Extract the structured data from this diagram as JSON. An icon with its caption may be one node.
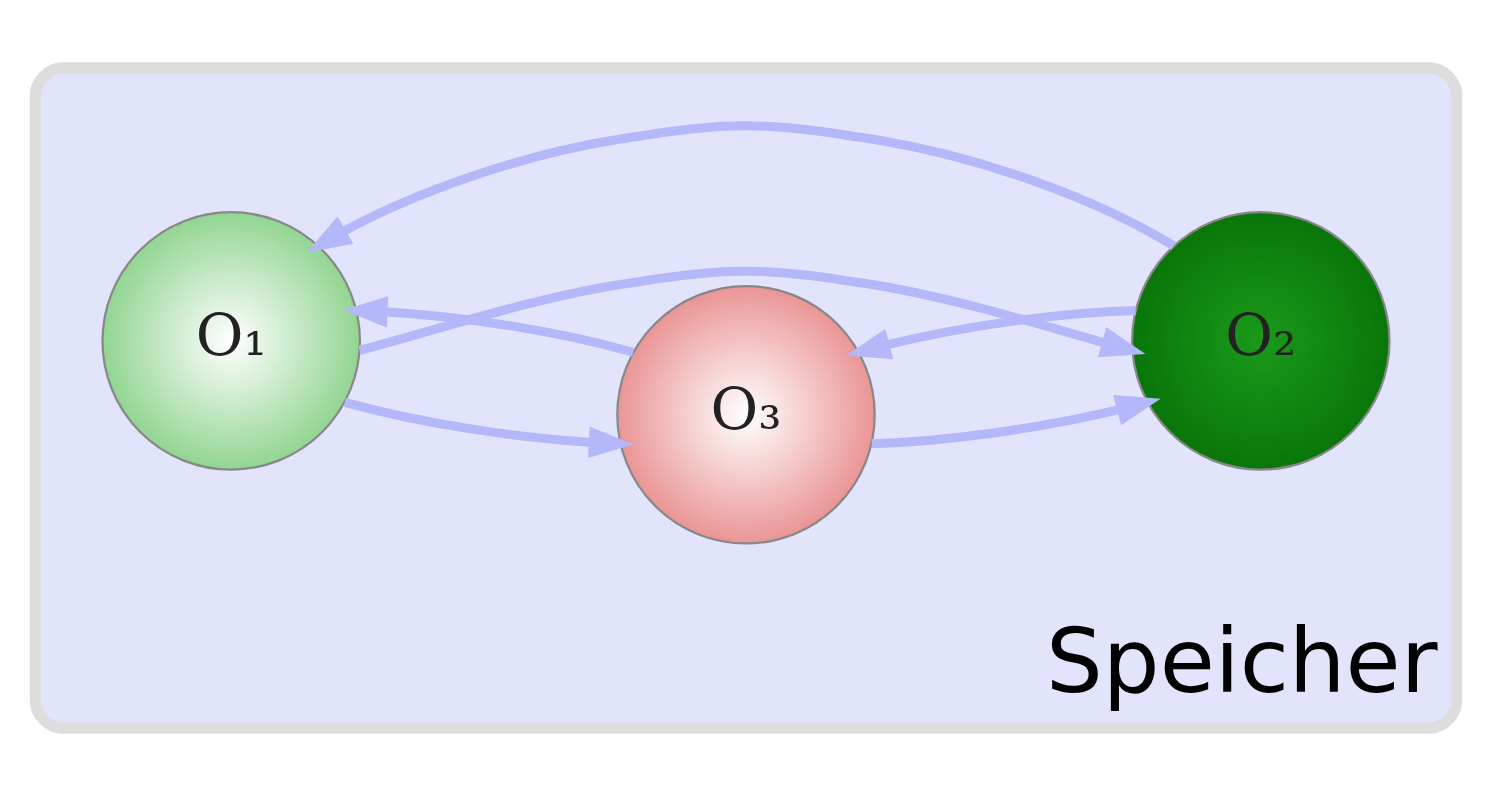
{
  "diagram": {
    "nodes": [
      {
        "text": [
          "Speicher"
        ]
      },
      {
        "text": [
          "O₁"
        ],
        "in": 0
      },
      {
        "text": [
          "O₃"
        ],
        "in": 0
      },
      {
        "text": [
          "O₂"
        ],
        "in": 0
      }
    ],
    "edges": [
      {
        "from": 1,
        "to": 2,
        "arrow": "to"
      },
      {
        "from": 2,
        "to": 1,
        "arrow": "to"
      },
      {
        "from": 1,
        "to": 3,
        "arrow": "to"
      },
      {
        "from": 3,
        "to": 1,
        "arrow": "to"
      },
      {
        "from": 3,
        "to": 2,
        "arrow": "to"
      },
      {
        "from": 2,
        "to": 3,
        "arrow": "to"
      }
    ]
  }
}
